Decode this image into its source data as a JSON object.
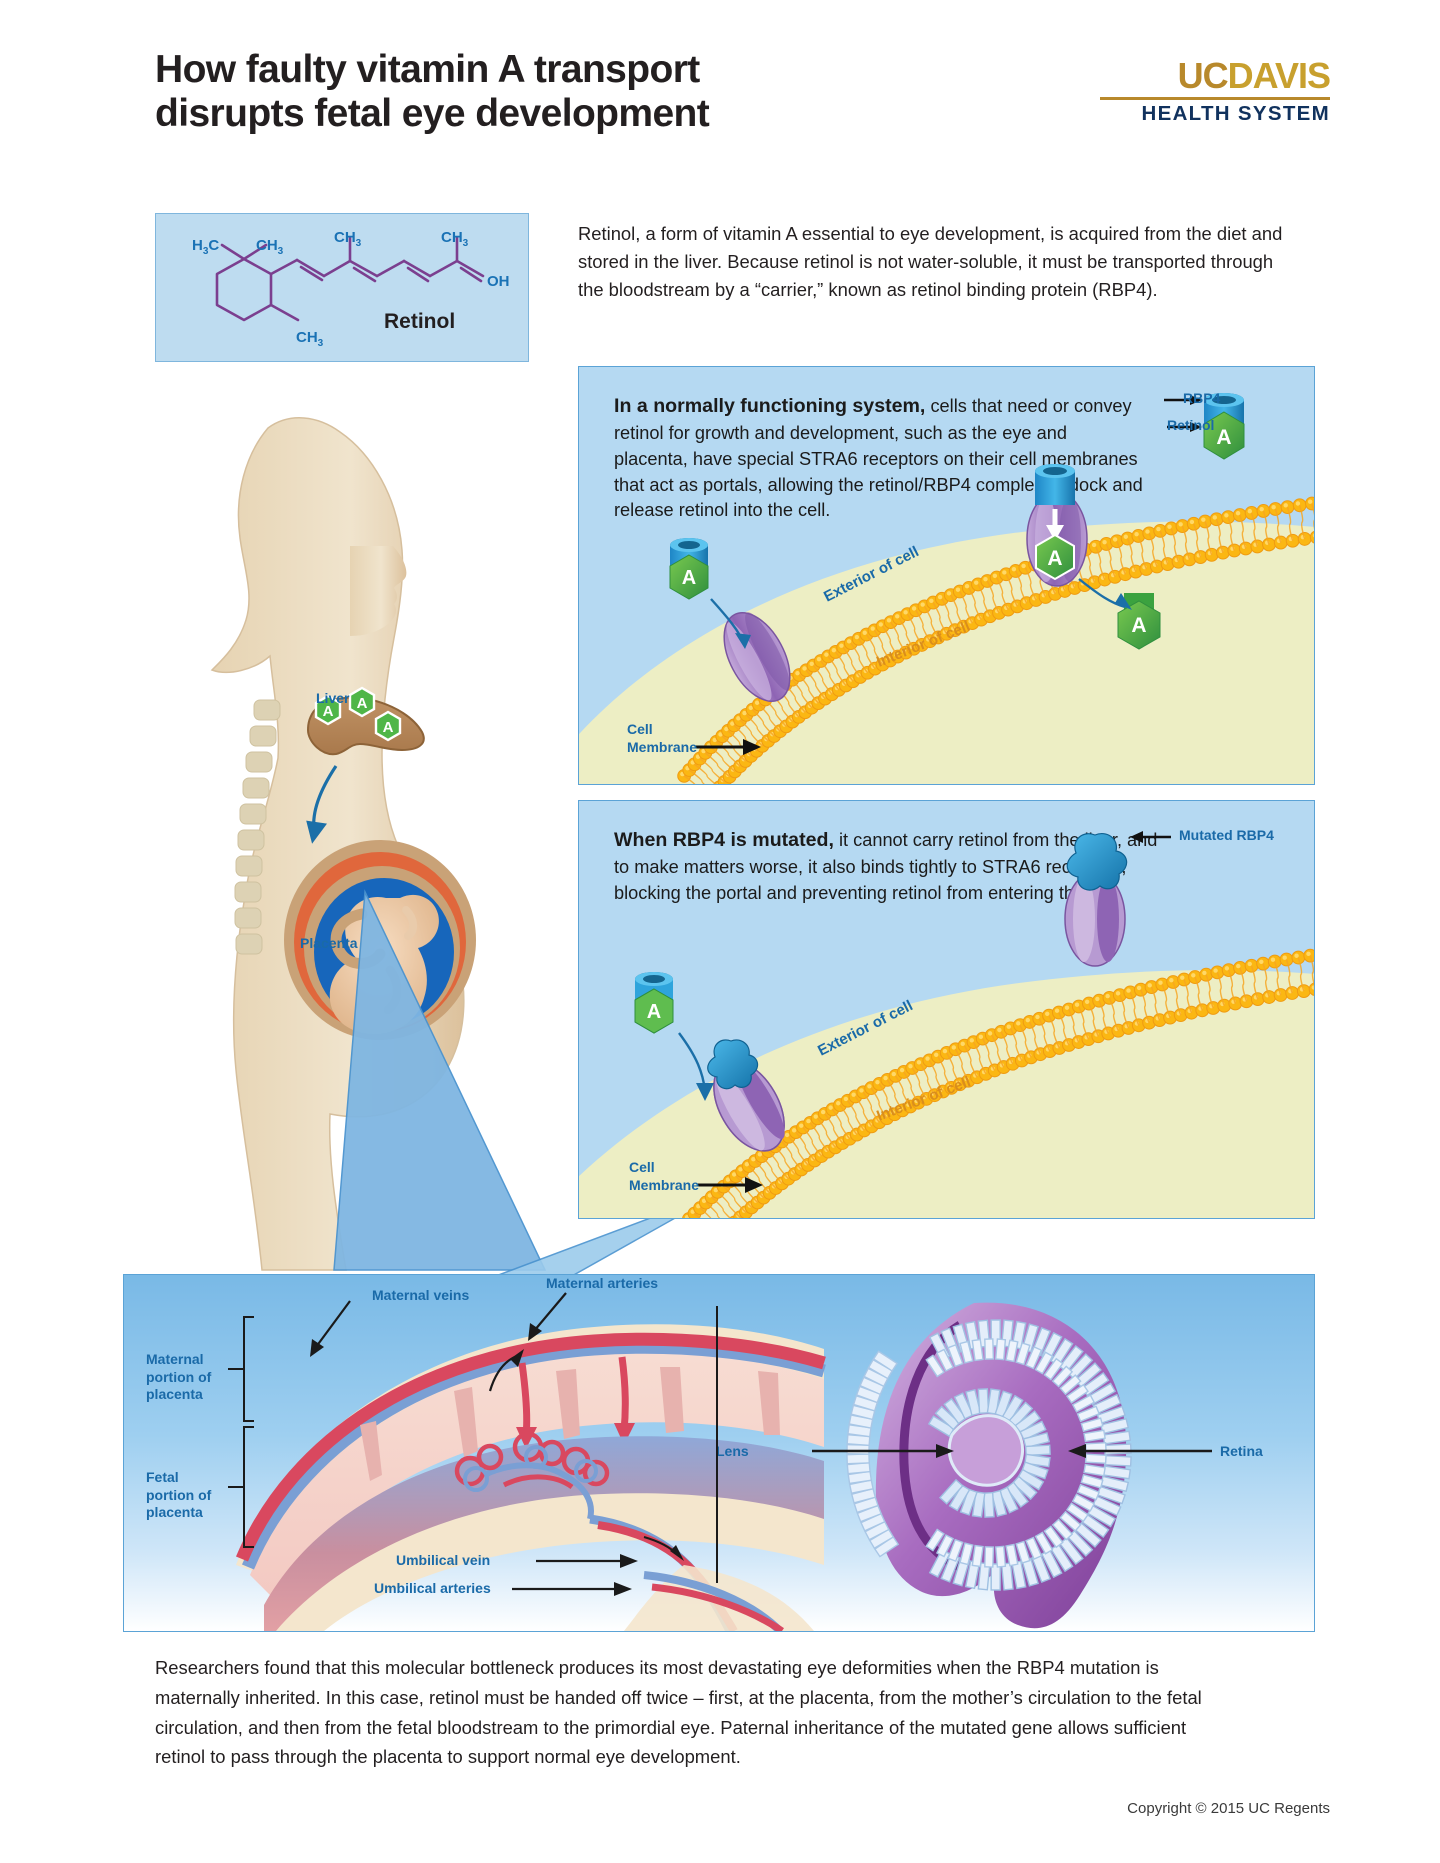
{
  "header": {
    "title_line1": "How faulty vitamin A transport",
    "title_line2": "disrupts fetal eye development",
    "logo_uc": "UC",
    "logo_davis": "DAVIS",
    "logo_sub": "HEALTH SYSTEM"
  },
  "retinol_box": {
    "name": "Retinol",
    "atoms": {
      "h3c": "H",
      "h3c_sub": "3",
      "h3c_tail": "C",
      "ch3": "CH",
      "ch3_sub": "3",
      "oh": "OH"
    }
  },
  "intro": "Retinol, a form of vitamin A essential to eye development, is acquired from the diet and stored in the liver. Because retinol is not water-soluble, it must be transported through the bloodstream by a “carrier,” known as retinol binding protein (RBP4).",
  "panel1": {
    "lead": "In a normally functioning system,",
    "body": " cells that need or convey retinol for growth and development, such as the eye and placenta, have special STRA6 receptors on their cell membranes that act as portals, allowing the retinol/RBP4 complex to dock and release retinol into the cell.",
    "labels": {
      "rbp4": "RBP4",
      "retinol": "Retinol",
      "exterior": "Exterior of cell",
      "interior": "Interior of cell",
      "cell_membrane_l1": "Cell",
      "cell_membrane_l2": "Membrane",
      "vitamin_a": "A"
    }
  },
  "panel2": {
    "lead": "When RBP4 is mutated,",
    "body": " it cannot carry retinol from the liver, and to make matters worse, it also binds tightly to STRA6 receptors, blocking the portal and preventing retinol from entering the cell.",
    "labels": {
      "mutated_rbp4": "Mutated RBP4",
      "exterior": "Exterior of cell",
      "interior": "Interior of cell",
      "cell_membrane_l1": "Cell",
      "cell_membrane_l2": "Membrane",
      "vitamin_a": "A"
    }
  },
  "body_diagram": {
    "liver": "Liver",
    "placenta": "Placenta",
    "vitamin_a": "A"
  },
  "panel3": {
    "placenta": {
      "maternal_veins": "Maternal veins",
      "maternal_arteries": "Maternal arteries",
      "maternal_portion_l1": "Maternal",
      "maternal_portion_l2": "portion of",
      "maternal_portion_l3": "placenta",
      "fetal_portion_l1": "Fetal",
      "fetal_portion_l2": "portion of",
      "fetal_portion_l3": "placenta",
      "umbilical_vein": "Umbilical vein",
      "umbilical_arteries": "Umbilical arteries"
    },
    "eye": {
      "lens": "Lens",
      "retina": "Retina"
    }
  },
  "closing": "Researchers found that this molecular bottleneck produces its most devastating eye deformities when the RBP4 mutation is maternally inherited. In this case, retinol must be handed off twice – first, at the placenta, from the mother’s circulation to the fetal circulation, and then from the fetal bloodstream to the primordial eye. Paternal inheritance of the mutated gene allows sufficient retinol to pass through the placenta to support normal eye development.",
  "copyright": "Copyright © 2015 UC Regents",
  "colors": {
    "panel_blue": "#b5d9f2",
    "panel_border": "#5ba3d6",
    "label_blue": "#1a6aa8",
    "membrane_orange": "#f9ae2a",
    "cell_interior": "#edeec4",
    "receptor_purple": "#9a76bb",
    "rbp4_blue": "#2196d4",
    "retinol_green": "#5fbd4f",
    "logo_gold": "#b8892b",
    "logo_navy": "#11325e",
    "skin_tan": "#dfc49f",
    "artery_red": "#d9485f",
    "vein_blue": "#7a9fd4",
    "eye_purple": "#9c5fb0"
  }
}
